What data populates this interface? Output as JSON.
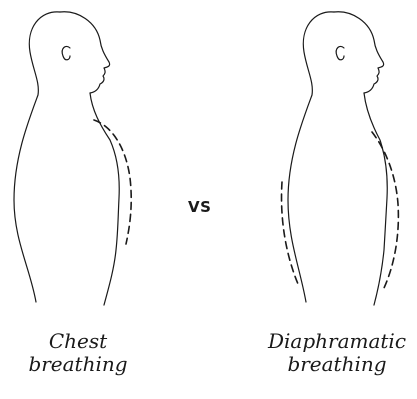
{
  "comparison": {
    "separator": "VS",
    "left": {
      "caption_line1": "Chest",
      "caption_line2": "breathing"
    },
    "right": {
      "caption_line1": "Diaphramatic",
      "caption_line2": "breathing"
    }
  },
  "colors": {
    "ink": "#1a1a1a",
    "background": "#ffffff"
  },
  "icons": {
    "left_figure": "man-side-profile-chest-expansion",
    "right_figure": "man-side-profile-abdomen-expansion"
  }
}
